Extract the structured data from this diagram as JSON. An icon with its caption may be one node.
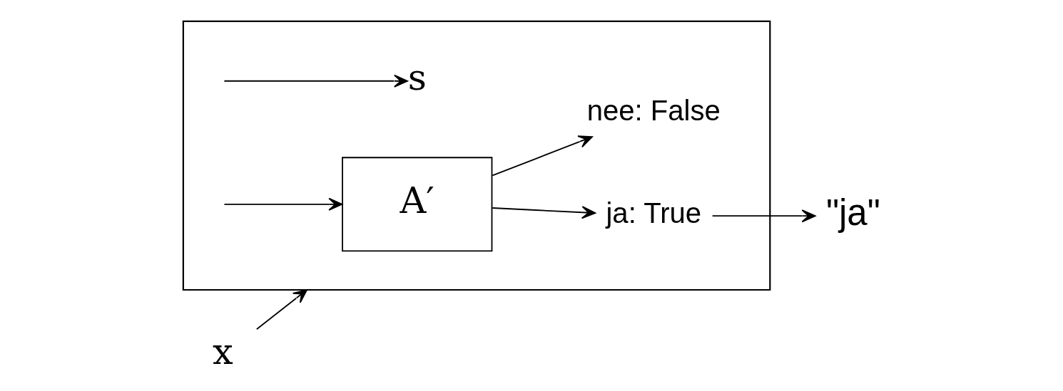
{
  "diagram": {
    "nodes": [
      {
        "text": [],
        "shape": "box"
      },
      {
        "text": [
          "x"
        ]
      },
      {
        "text": [
          "A′"
        ],
        "in": 0
      },
      {
        "text": [
          "ja: True"
        ],
        "in": 0
      },
      {
        "text": [
          "nee: False"
        ],
        "in": 0
      },
      {
        "text": [
          "\"ja\""
        ]
      },
      {
        "text": [
          "s"
        ],
        "in": 0
      }
    ],
    "edges": [
      {
        "from": 1,
        "to": 0,
        "arrow": "to"
      },
      {
        "from": 0,
        "to": 2,
        "arrow": "to"
      },
      {
        "from": 2,
        "to": 3,
        "arrow": "to"
      },
      {
        "from": 2,
        "to": 4,
        "arrow": "to"
      },
      {
        "from": 3,
        "to": 5,
        "arrow": "to"
      },
      {
        "from": null,
        "to": 6,
        "arrow": "to"
      }
    ]
  }
}
